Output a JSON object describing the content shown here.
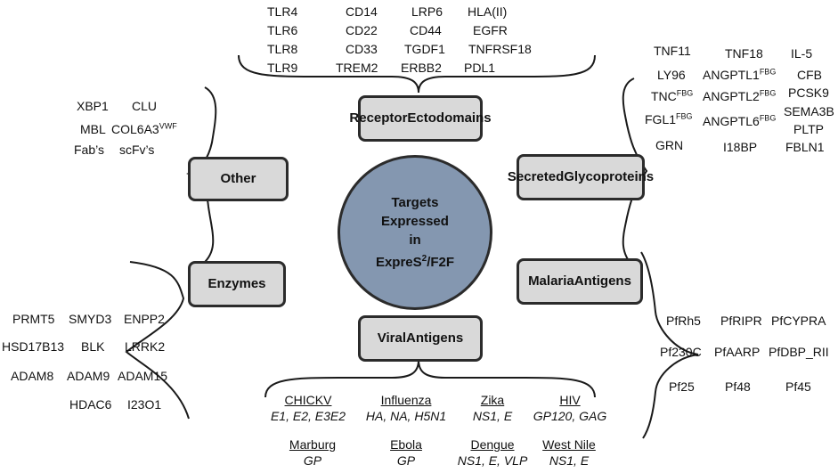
{
  "center": {
    "line1": "Targets",
    "line2": "Expressed",
    "line3": "in",
    "line4_pre": "ExpreS",
    "line4_sup": "2",
    "line4_post": "/F2F"
  },
  "categories": {
    "receptor": "Receptor Ectodomains",
    "secreted": "Secreted Glycoproteins",
    "malaria": "Malaria Antigens",
    "viral": "Viral Antigens",
    "enzymes": "Enzymes",
    "other": "Other"
  },
  "receptor_targets": [
    "TLR4",
    "CD14",
    "LRP6",
    "HLA(II)",
    "TLR6",
    "CD22",
    "CD44",
    "EGFR",
    "TLR8",
    "CD33",
    "TGDF1",
    "TNFRSF18",
    "TLR9",
    "TREM2",
    "ERBB2",
    "PDL1"
  ],
  "secreted_targets": {
    "plain": [
      "TNF11",
      "TNF18",
      "IL-5",
      "LY96",
      "CFB",
      "PCSK9",
      "SEMA3B",
      "PLTP",
      "GRN",
      "I18BP",
      "FBLN1"
    ],
    "with_sup": [
      {
        "base": "ANGPTL1",
        "sup": "FBG"
      },
      {
        "base": "TNC",
        "sup": "FBG"
      },
      {
        "base": "ANGPTL2",
        "sup": "FBG"
      },
      {
        "base": "FGL1",
        "sup": "FBG"
      },
      {
        "base": "ANGPTL6",
        "sup": "FBG"
      }
    ]
  },
  "other_targets": {
    "plain": [
      "XBP1",
      "CLU",
      "MBL",
      "Fab’s",
      "scFv’s"
    ],
    "with_sup": [
      {
        "base": "COL6A3",
        "sup": "VWF"
      }
    ]
  },
  "enzyme_targets": [
    "PRMT5",
    "SMYD3",
    "ENPP2",
    "HSD17B13",
    "BLK",
    "LRRK2",
    "ADAM8",
    "ADAM9",
    "ADAM15",
    "HDAC6",
    "I23O1"
  ],
  "malaria_targets": [
    "PfRh5",
    "PfRIPR",
    "PfCYPRA",
    "Pf230C",
    "PfAARP",
    "PfDBP_RII",
    "Pf25",
    "Pf48",
    "Pf45"
  ],
  "viral_targets": [
    {
      "name": "CHICKV",
      "proteins": "E1, E2, E3E2"
    },
    {
      "name": "Influenza",
      "proteins": "HA, NA, H5N1"
    },
    {
      "name": "Zika",
      "proteins": "NS1, E"
    },
    {
      "name": "HIV",
      "proteins": "GP120, GAG"
    },
    {
      "name": "Marburg",
      "proteins": "GP"
    },
    {
      "name": "Ebola",
      "proteins": "GP"
    },
    {
      "name": "Dengue",
      "proteins": "NS1, E, VLP"
    },
    {
      "name": "West Nile",
      "proteins": "NS1, E"
    }
  ],
  "colors": {
    "center_fill": "#8497b0",
    "box_fill": "#d9d9d9",
    "outline": "#2b2b2b"
  }
}
